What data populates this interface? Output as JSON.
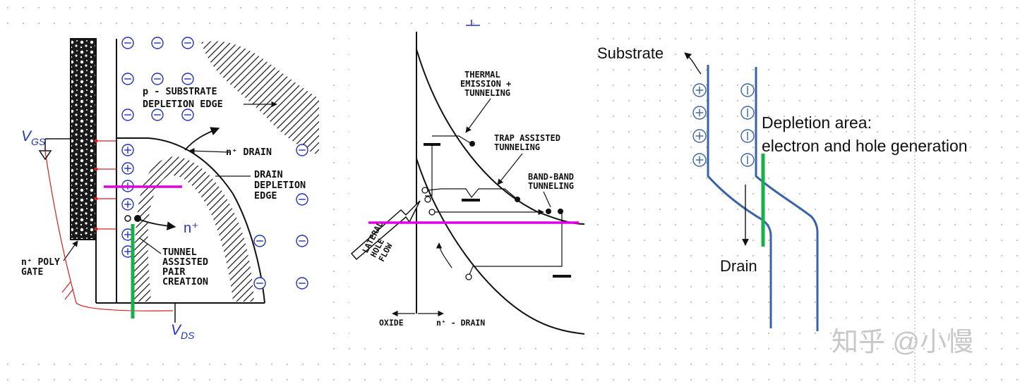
{
  "colors": {
    "magenta": "#e000e0",
    "green": "#18b04a",
    "blue_text": "#2233bb",
    "red_wire": "#d42020",
    "steel": "#3a62a8",
    "ink": "#111111"
  },
  "left_panel": {
    "vgs": "V",
    "vgs_sub": "GS",
    "vds": "V",
    "vds_sub": "DS",
    "substrate_edge": [
      "p - SUBSTRATE",
      "DEPLETION EDGE"
    ],
    "drain": "n⁺ DRAIN",
    "drain_depletion": [
      "DRAIN",
      "DEPLETION",
      "EDGE"
    ],
    "n_plus": "n⁺",
    "tunnel": [
      "TUNNEL",
      "ASSISTED",
      "PAIR",
      "CREATION"
    ],
    "gate": [
      "n⁺ POLY",
      "GATE"
    ]
  },
  "middle_panel": {
    "thermal": [
      "THERMAL",
      "EMISSION +",
      "TUNNELING"
    ],
    "trap": [
      "TRAP ASSISTED",
      "TUNNELING"
    ],
    "band": [
      "BAND-BAND",
      "TUNNELING"
    ],
    "lateral": [
      "LATERAL",
      "HOLE",
      "FLOW"
    ],
    "oxide": "OXIDE",
    "drain": "n⁺ - DRAIN"
  },
  "right_panel": {
    "substrate": "Substrate",
    "depletion": [
      "Depletion area:",
      "electron and hole generation"
    ],
    "drain": "Drain"
  },
  "watermark": "知乎 @小慢"
}
